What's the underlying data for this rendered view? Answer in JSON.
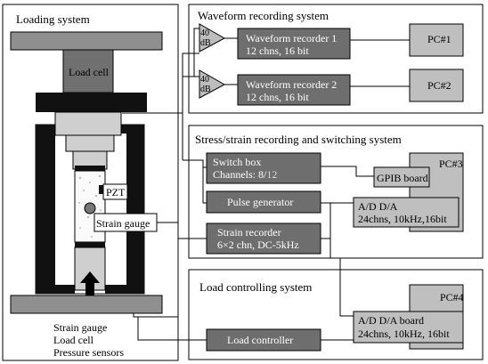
{
  "loading_system": {
    "title": "Loading system",
    "load_cell": "Load cell",
    "pzt": "PZT",
    "strain_gauge": "Strain gauge",
    "sensors": [
      "Strain gauge",
      "Load cell",
      "Pressure sensors"
    ]
  },
  "waveform_system": {
    "title": "Waveform recording system",
    "amp1": [
      "40",
      "dB"
    ],
    "amp2": [
      "40",
      "dB"
    ],
    "recorder1": [
      "Waveform recorder 1",
      "12 chns, 16 bit"
    ],
    "recorder2": [
      "Waveform recorder 2",
      "12 chns, 16 bit"
    ],
    "pc1": "PC#1",
    "pc2": "PC#2"
  },
  "stress_system": {
    "title": "Stress/strain recording and switching system",
    "switch_box": "Switch box",
    "channels_label": "Channels: 8/",
    "channels_value": "12",
    "pulse_generator": "Pulse generator",
    "strain_recorder": [
      "Strain recorder",
      "6×2 chn, DC-5kHz"
    ],
    "pc3": "PC#3",
    "gpib": "GPIB board",
    "adda": [
      "A/D D/A",
      "24chns, 10kHz,16bit"
    ]
  },
  "load_control_system": {
    "title": "Load controlling system",
    "load_controller": "Load controller",
    "pc4": "PC#4",
    "adda": [
      "A/D D/A board",
      "24chns, 10kHz, 16bit"
    ]
  }
}
